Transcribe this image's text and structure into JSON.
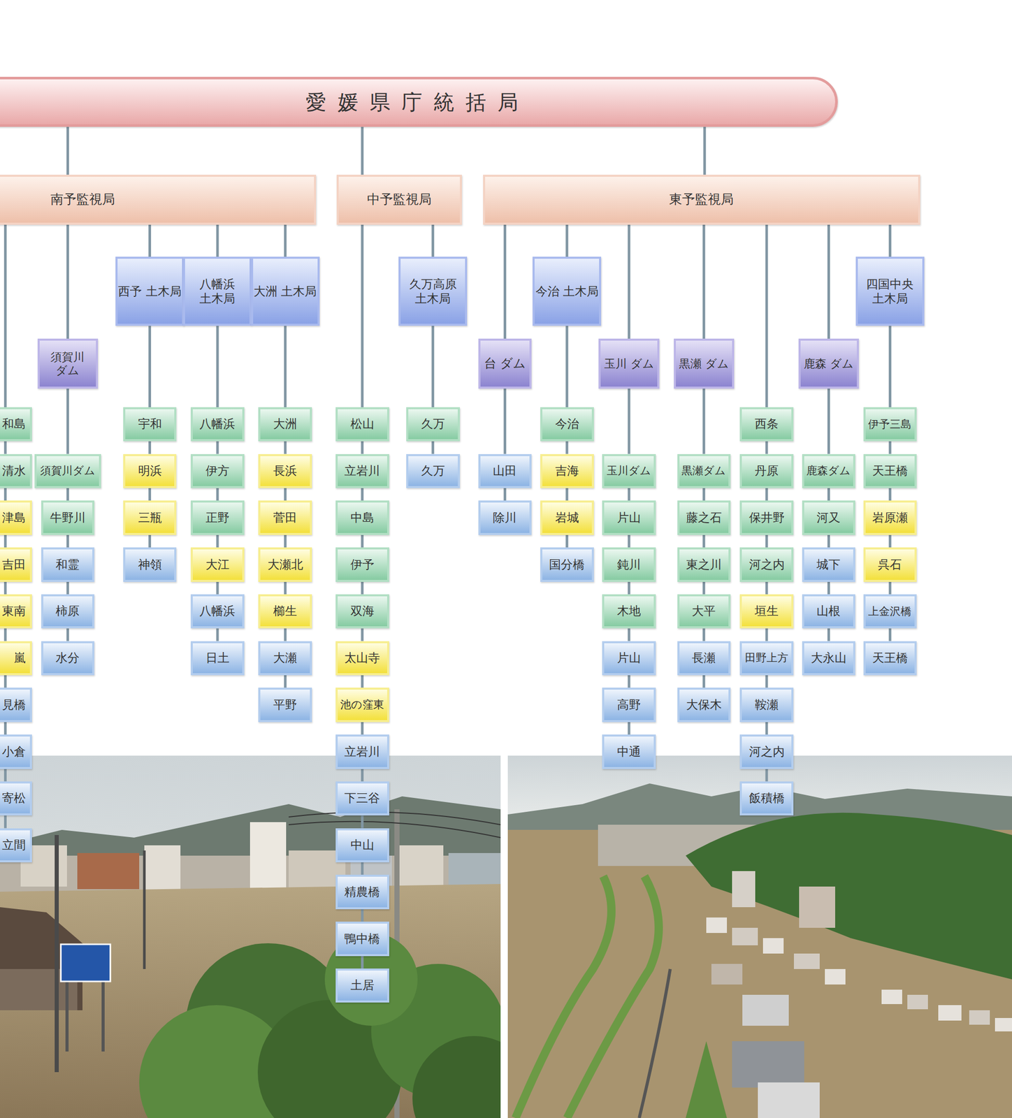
{
  "diagram": {
    "nodes": [
      {
        "text": [
          "愛媛県庁統括局"
        ]
      },
      {
        "text": [
          "南予監視局"
        ]
      },
      {
        "text": [
          "中予監視局"
        ]
      },
      {
        "text": [
          "東予監視局"
        ]
      },
      {
        "text": [
          "和島"
        ]
      },
      {
        "text": [
          "清水"
        ]
      },
      {
        "text": [
          "津島"
        ]
      },
      {
        "text": [
          "吉田"
        ]
      },
      {
        "text": [
          "東南"
        ]
      },
      {
        "text": [
          "嵐"
        ]
      },
      {
        "text": [
          "見橋"
        ]
      },
      {
        "text": [
          "小倉"
        ]
      },
      {
        "text": [
          "寄松"
        ]
      },
      {
        "text": [
          "立間"
        ]
      },
      {
        "text": [
          "須賀川 ダム"
        ]
      },
      {
        "text": [
          "須賀川ダム"
        ]
      },
      {
        "text": [
          "牛野川"
        ]
      },
      {
        "text": [
          "和霊"
        ]
      },
      {
        "text": [
          "柿原"
        ]
      },
      {
        "text": [
          "水分"
        ]
      },
      {
        "text": [
          "西予 土木局"
        ]
      },
      {
        "text": [
          "宇和"
        ]
      },
      {
        "text": [
          "明浜"
        ]
      },
      {
        "text": [
          "三瓶"
        ]
      },
      {
        "text": [
          "神領"
        ]
      },
      {
        "text": [
          "八幡浜 土木局"
        ]
      },
      {
        "text": [
          "八幡浜"
        ]
      },
      {
        "text": [
          "伊方"
        ]
      },
      {
        "text": [
          "正野"
        ]
      },
      {
        "text": [
          "大江"
        ]
      },
      {
        "text": [
          "八幡浜"
        ]
      },
      {
        "text": [
          "日土"
        ]
      },
      {
        "text": [
          "大洲 土木局"
        ]
      },
      {
        "text": [
          "大洲"
        ]
      },
      {
        "text": [
          "長浜"
        ]
      },
      {
        "text": [
          "菅田"
        ]
      },
      {
        "text": [
          "大瀬北"
        ]
      },
      {
        "text": [
          "櫛生"
        ]
      },
      {
        "text": [
          "大瀬"
        ]
      },
      {
        "text": [
          "平野"
        ]
      },
      {
        "text": [
          "松山"
        ]
      },
      {
        "text": [
          "立岩川"
        ]
      },
      {
        "text": [
          "中島"
        ]
      },
      {
        "text": [
          "伊予"
        ]
      },
      {
        "text": [
          "双海"
        ]
      },
      {
        "text": [
          "太山寺"
        ]
      },
      {
        "text": [
          "池の窪東"
        ]
      },
      {
        "text": [
          "立岩川"
        ]
      },
      {
        "text": [
          "下三谷"
        ]
      },
      {
        "text": [
          "中山"
        ]
      },
      {
        "text": [
          "精農橋"
        ]
      },
      {
        "text": [
          "鴨中橋"
        ]
      },
      {
        "text": [
          "土居"
        ]
      },
      {
        "text": [
          "久万高原 土木局"
        ]
      },
      {
        "text": [
          "久万"
        ]
      },
      {
        "text": [
          "久万"
        ]
      },
      {
        "text": [
          "台 ダム"
        ]
      },
      {
        "text": [
          "山田"
        ]
      },
      {
        "text": [
          "除川"
        ]
      },
      {
        "text": [
          "今治 土木局"
        ]
      },
      {
        "text": [
          "今治"
        ]
      },
      {
        "text": [
          "吉海"
        ]
      },
      {
        "text": [
          "岩城"
        ]
      },
      {
        "text": [
          "国分橋"
        ]
      },
      {
        "text": [
          "玉川 ダム"
        ]
      },
      {
        "text": [
          "玉川ダム"
        ]
      },
      {
        "text": [
          "片山"
        ]
      },
      {
        "text": [
          "鈍川"
        ]
      },
      {
        "text": [
          "木地"
        ]
      },
      {
        "text": [
          "片山"
        ]
      },
      {
        "text": [
          "高野"
        ]
      },
      {
        "text": [
          "中通"
        ]
      },
      {
        "text": [
          "黒瀬 ダム"
        ]
      },
      {
        "text": [
          "黒瀬ダム"
        ]
      },
      {
        "text": [
          "藤之石"
        ]
      },
      {
        "text": [
          "東之川"
        ]
      },
      {
        "text": [
          "大平"
        ]
      },
      {
        "text": [
          "長瀬"
        ]
      },
      {
        "text": [
          "大保木"
        ]
      },
      {
        "text": [
          "西条"
        ]
      },
      {
        "text": [
          "丹原"
        ]
      },
      {
        "text": [
          "保井野"
        ]
      },
      {
        "text": [
          "河之内"
        ]
      },
      {
        "text": [
          "垣生"
        ]
      },
      {
        "text": [
          "田野上方"
        ]
      },
      {
        "text": [
          "鞍瀬"
        ]
      },
      {
        "text": [
          "河之内"
        ]
      },
      {
        "text": [
          "飯積橋"
        ]
      },
      {
        "text": [
          "鹿森 ダム"
        ]
      },
      {
        "text": [
          "鹿森ダム"
        ]
      },
      {
        "text": [
          "河又"
        ]
      },
      {
        "text": [
          "城下"
        ]
      },
      {
        "text": [
          "山根"
        ]
      },
      {
        "text": [
          "大永山"
        ]
      },
      {
        "text": [
          "四国中央 土木局"
        ]
      },
      {
        "text": [
          "伊予三島"
        ]
      },
      {
        "text": [
          "天王橋"
        ]
      },
      {
        "text": [
          "岩原瀬"
        ]
      },
      {
        "text": [
          "呉石"
        ]
      },
      {
        "text": [
          "上金沢橋"
        ]
      },
      {
        "text": [
          "天王橋"
        ]
      }
    ],
    "edges": [
      {
        "from": 0,
        "to": 1,
        "arrow": "none"
      },
      {
        "from": 0,
        "to": 2,
        "arrow": "none"
      },
      {
        "from": 0,
        "to": 3,
        "arrow": "none"
      },
      {
        "from": 1,
        "to": 4,
        "arrow": "none"
      },
      {
        "from": 1,
        "to": 14,
        "arrow": "none"
      },
      {
        "from": 1,
        "to": 20,
        "arrow": "none"
      },
      {
        "from": 1,
        "to": 25,
        "arrow": "none"
      },
      {
        "from": 1,
        "to": 32,
        "arrow": "none"
      },
      {
        "from": 2,
        "to": 40,
        "arrow": "none"
      },
      {
        "from": 2,
        "to": 53,
        "arrow": "none"
      },
      {
        "from": 3,
        "to": 56,
        "arrow": "none"
      },
      {
        "from": 3,
        "to": 59,
        "arrow": "none"
      },
      {
        "from": 3,
        "to": 64,
        "arrow": "none"
      },
      {
        "from": 3,
        "to": 72,
        "arrow": "none"
      },
      {
        "from": 3,
        "to": 79,
        "arrow": "none"
      },
      {
        "from": 3,
        "to": 88,
        "arrow": "none"
      },
      {
        "from": 3,
        "to": 94,
        "arrow": "none"
      },
      {
        "from": 4,
        "to": 5,
        "arrow": "none"
      },
      {
        "from": 5,
        "to": 6,
        "arrow": "none"
      },
      {
        "from": 6,
        "to": 7,
        "arrow": "none"
      },
      {
        "from": 7,
        "to": 8,
        "arrow": "none"
      },
      {
        "from": 8,
        "to": 9,
        "arrow": "none"
      },
      {
        "from": 9,
        "to": 10,
        "arrow": "none"
      },
      {
        "from": 10,
        "to": 11,
        "arrow": "none"
      },
      {
        "from": 11,
        "to": 12,
        "arrow": "none"
      },
      {
        "from": 12,
        "to": 13,
        "arrow": "none"
      },
      {
        "from": 14,
        "to": 15,
        "arrow": "none"
      },
      {
        "from": 15,
        "to": 16,
        "arrow": "none"
      },
      {
        "from": 16,
        "to": 17,
        "arrow": "none"
      },
      {
        "from": 17,
        "to": 18,
        "arrow": "none"
      },
      {
        "from": 18,
        "to": 19,
        "arrow": "none"
      },
      {
        "from": 20,
        "to": 21,
        "arrow": "none"
      },
      {
        "from": 21,
        "to": 22,
        "arrow": "none"
      },
      {
        "from": 22,
        "to": 23,
        "arrow": "none"
      },
      {
        "from": 23,
        "to": 24,
        "arrow": "none"
      },
      {
        "from": 25,
        "to": 26,
        "arrow": "none"
      },
      {
        "from": 26,
        "to": 27,
        "arrow": "none"
      },
      {
        "from": 27,
        "to": 28,
        "arrow": "none"
      },
      {
        "from": 28,
        "to": 29,
        "arrow": "none"
      },
      {
        "from": 29,
        "to": 30,
        "arrow": "none"
      },
      {
        "from": 30,
        "to": 31,
        "arrow": "none"
      },
      {
        "from": 32,
        "to": 33,
        "arrow": "none"
      },
      {
        "from": 33,
        "to": 34,
        "arrow": "none"
      },
      {
        "from": 34,
        "to": 35,
        "arrow": "none"
      },
      {
        "from": 35,
        "to": 36,
        "arrow": "none"
      },
      {
        "from": 36,
        "to": 37,
        "arrow": "none"
      },
      {
        "from": 37,
        "to": 38,
        "arrow": "none"
      },
      {
        "from": 38,
        "to": 39,
        "arrow": "none"
      },
      {
        "from": 40,
        "to": 41,
        "arrow": "none"
      },
      {
        "from": 41,
        "to": 42,
        "arrow": "none"
      },
      {
        "from": 42,
        "to": 43,
        "arrow": "none"
      },
      {
        "from": 43,
        "to": 44,
        "arrow": "none"
      },
      {
        "from": 44,
        "to": 45,
        "arrow": "none"
      },
      {
        "from": 45,
        "to": 46,
        "arrow": "none"
      },
      {
        "from": 46,
        "to": 47,
        "arrow": "none"
      },
      {
        "from": 47,
        "to": 48,
        "arrow": "none"
      },
      {
        "from": 48,
        "to": 49,
        "arrow": "none"
      },
      {
        "from": 49,
        "to": 50,
        "arrow": "none"
      },
      {
        "from": 50,
        "to": 51,
        "arrow": "none"
      },
      {
        "from": 51,
        "to": 52,
        "arrow": "none"
      },
      {
        "from": 53,
        "to": 54,
        "arrow": "none"
      },
      {
        "from": 54,
        "to": 55,
        "arrow": "none"
      },
      {
        "from": 56,
        "to": 57,
        "arrow": "none"
      },
      {
        "from": 57,
        "to": 58,
        "arrow": "none"
      },
      {
        "from": 59,
        "to": 60,
        "arrow": "none"
      },
      {
        "from": 60,
        "to": 61,
        "arrow": "none"
      },
      {
        "from": 61,
        "to": 62,
        "arrow": "none"
      },
      {
        "from": 62,
        "to": 63,
        "arrow": "none"
      },
      {
        "from": 64,
        "to": 65,
        "arrow": "none"
      },
      {
        "from": 65,
        "to": 66,
        "arrow": "none"
      },
      {
        "from": 66,
        "to": 67,
        "arrow": "none"
      },
      {
        "from": 67,
        "to": 68,
        "arrow": "none"
      },
      {
        "from": 68,
        "to": 69,
        "arrow": "none"
      },
      {
        "from": 69,
        "to": 70,
        "arrow": "none"
      },
      {
        "from": 70,
        "to": 71,
        "arrow": "none"
      },
      {
        "from": 72,
        "to": 73,
        "arrow": "none"
      },
      {
        "from": 73,
        "to": 74,
        "arrow": "none"
      },
      {
        "from": 74,
        "to": 75,
        "arrow": "none"
      },
      {
        "from": 75,
        "to": 76,
        "arrow": "none"
      },
      {
        "from": 76,
        "to": 77,
        "arrow": "none"
      },
      {
        "from": 77,
        "to": 78,
        "arrow": "none"
      },
      {
        "from": 79,
        "to": 80,
        "arrow": "none"
      },
      {
        "from": 80,
        "to": 81,
        "arrow": "none"
      },
      {
        "from": 81,
        "to": 82,
        "arrow": "none"
      },
      {
        "from": 82,
        "to": 83,
        "arrow": "none"
      },
      {
        "from": 83,
        "to": 84,
        "arrow": "none"
      },
      {
        "from": 84,
        "to": 85,
        "arrow": "none"
      },
      {
        "from": 85,
        "to": 86,
        "arrow": "none"
      },
      {
        "from": 86,
        "to": 87,
        "arrow": "none"
      },
      {
        "from": 88,
        "to": 89,
        "arrow": "none"
      },
      {
        "from": 89,
        "to": 90,
        "arrow": "none"
      },
      {
        "from": 90,
        "to": 91,
        "arrow": "none"
      },
      {
        "from": 91,
        "to": 92,
        "arrow": "none"
      },
      {
        "from": 92,
        "to": 93,
        "arrow": "none"
      },
      {
        "from": 94,
        "to": 95,
        "arrow": "none"
      },
      {
        "from": 95,
        "to": 96,
        "arrow": "none"
      },
      {
        "from": 96,
        "to": 97,
        "arrow": "none"
      },
      {
        "from": 97,
        "to": 98,
        "arrow": "none"
      },
      {
        "from": 98,
        "to": 99,
        "arrow": "none"
      },
      {
        "from": 99,
        "to": 100,
        "arrow": "none"
      }
    ]
  }
}
